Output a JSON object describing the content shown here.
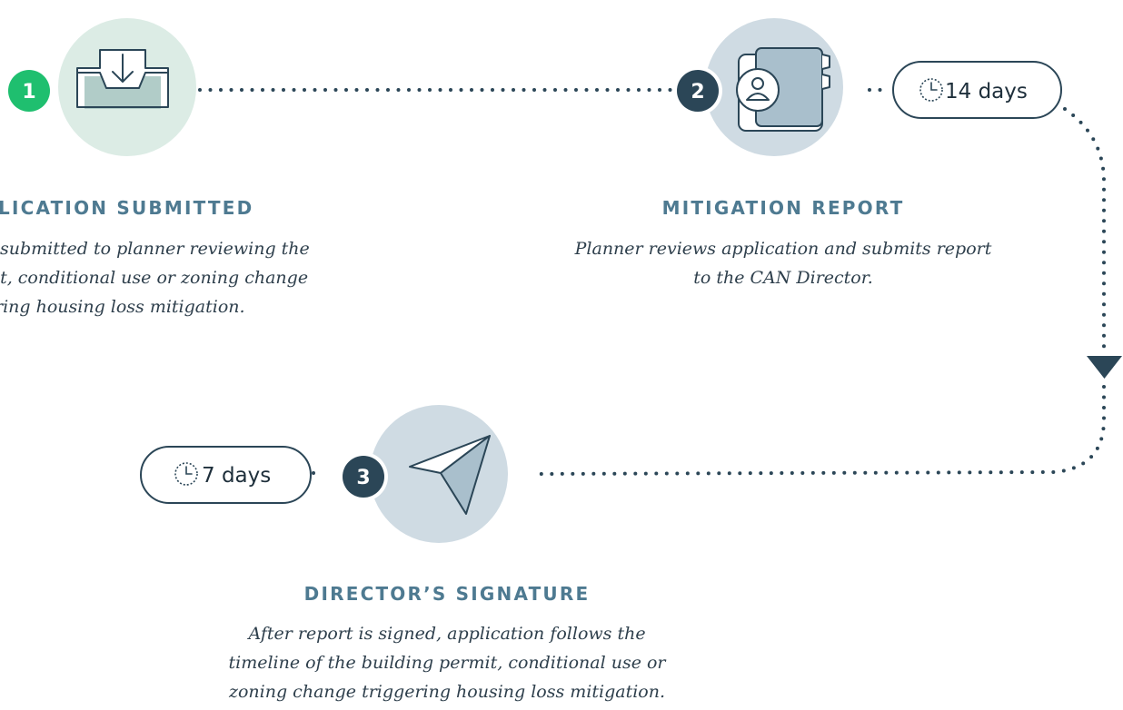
{
  "steps": [
    {
      "number": "1",
      "title": "LICATION SUBMITTED",
      "lines": [
        "submitted to planner reviewing the",
        "it, conditional use or zoning change",
        "ring housing loss mitigation."
      ],
      "icon": "inbox-tray-icon",
      "badge_color": "#1fbf6f",
      "circle_color": "#dcece5"
    },
    {
      "number": "2",
      "title": "MITIGATION REPORT",
      "lines": [
        "Planner reviews application and submits report",
        "to the CAN Director."
      ],
      "icon": "person-folder-icon",
      "badge_color": "#2b4657",
      "circle_color": "#cfdbe3",
      "duration": "14 days"
    },
    {
      "number": "3",
      "title": "DIRECTOR’S SIGNATURE",
      "lines": [
        "After report is signed, application follows the",
        "timeline of the building permit, conditional use or",
        "zoning change triggering housing loss mitigation."
      ],
      "icon": "paper-plane-icon",
      "badge_color": "#2b4657",
      "circle_color": "#cfdbe3",
      "duration": "7 days"
    }
  ],
  "colors": {
    "dots": "#2b4657",
    "heading": "#4e7a91",
    "body_text": "#2e3f4c"
  }
}
